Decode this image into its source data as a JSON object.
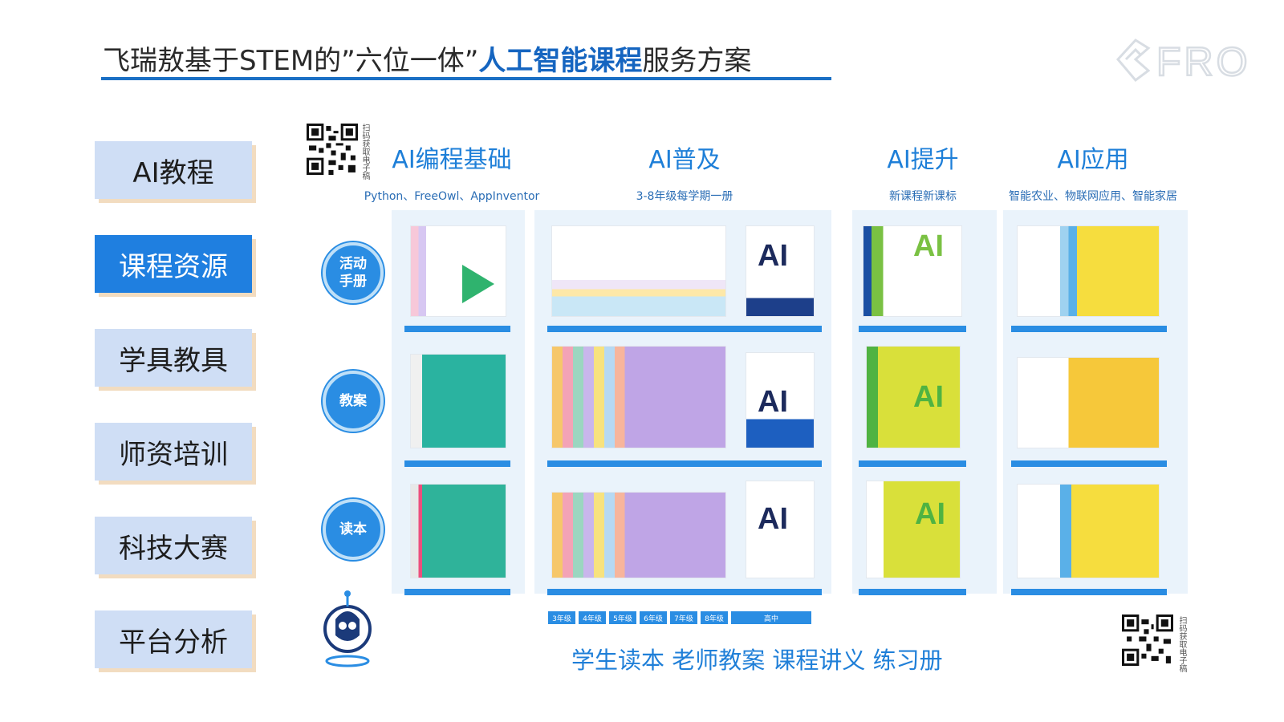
{
  "header": {
    "title_prefix": "飞瑞敖基于STEM的”六位一体”",
    "title_highlight": "人工智能课程",
    "title_suffix": "服务方案",
    "logo_text": "FRO"
  },
  "sidebar": {
    "items": [
      {
        "label": "AI教程",
        "active": false
      },
      {
        "label": "课程资源",
        "active": true
      },
      {
        "label": "学具教具",
        "active": false
      },
      {
        "label": "师资培训",
        "active": false
      },
      {
        "label": "科技大赛",
        "active": false
      },
      {
        "label": "平台分析",
        "active": false
      }
    ]
  },
  "qr": {
    "caption": "扫码获取电子稿"
  },
  "columns": [
    {
      "title": "AI编程基础",
      "subtitle": "Python、FreeOwl、AppInventor"
    },
    {
      "title": "AI普及",
      "subtitle": "3-8年级每学期一册"
    },
    {
      "title": "AI提升",
      "subtitle": "新课程新课标"
    },
    {
      "title": "AI应用",
      "subtitle": "智能农业、物联网应用、智能家居"
    }
  ],
  "rows": [
    {
      "label": "活动手册"
    },
    {
      "label": "教案"
    },
    {
      "label": "读本"
    }
  ],
  "grade_tags": [
    "3年级",
    "4年级",
    "5年级",
    "6年级",
    "7年级",
    "8年级",
    "高中"
  ],
  "footer": {
    "text": "学生读本 老师教案 课程讲义 练习册"
  },
  "colors": {
    "accent": "#1f7fe0",
    "nav_bg": "#cfdef5",
    "nav_shadow": "#f2dcc0",
    "panel_bg": "#eaf3fb",
    "title_highlight": "#1565c0"
  }
}
